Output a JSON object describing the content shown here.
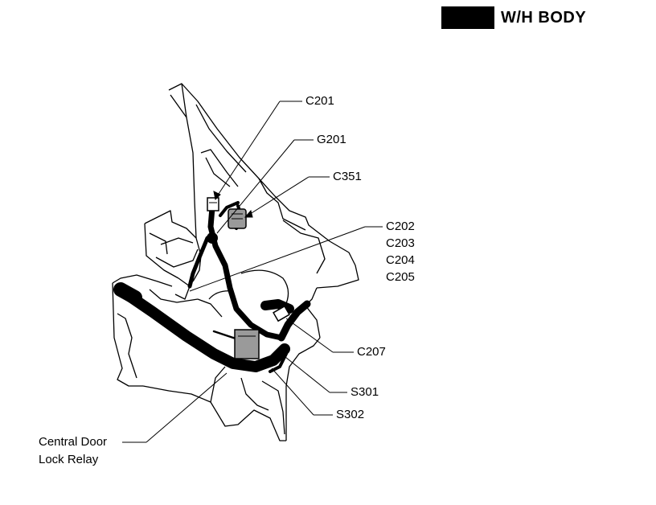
{
  "header": {
    "title": "W/H BODY"
  },
  "callouts": {
    "c201": "C201",
    "g201": "G201",
    "c351": "C351",
    "c202": "C202",
    "c203": "C203",
    "c204": "C204",
    "c205": "C205",
    "c207": "C207",
    "s301": "S301",
    "s302": "S302",
    "relay_line1": "Central Door",
    "relay_line2": "Lock Relay"
  },
  "colors": {
    "ink": "#000000",
    "background": "#ffffff",
    "connector_shade": "#9a9a9a"
  }
}
